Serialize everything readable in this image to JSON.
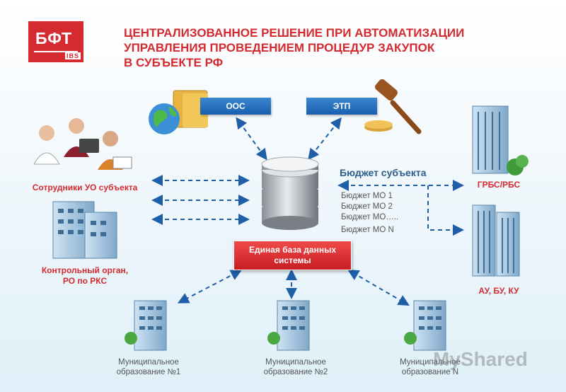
{
  "logo": {
    "text": "БФТ",
    "sub": "IBS"
  },
  "title_lines": [
    "ЦЕНТРАЛИЗОВАННОЕ РЕШЕНИЕ ПРИ АВТОМАТИЗАЦИИ",
    "УПРАВЛЕНИЯ ПРОВЕДЕНИЕМ ПРОЦЕДУР ЗАКУПОК",
    "В СУБЪЕКТЕ РФ"
  ],
  "nodes": {
    "oos": "ООС",
    "etp": "ЭТП",
    "staff": "Сотрудники УО субъекта",
    "control": [
      "Контрольный орган,",
      "РО по РКС"
    ],
    "grbs": "ГРБС/РБС",
    "au": "АУ, БУ, КУ",
    "db": [
      "Единая база данных",
      "системы"
    ],
    "mun1": [
      "Муниципальное",
      "образование №1"
    ],
    "mun2": [
      "Муниципальное",
      "образование №2"
    ],
    "munN": [
      "Муниципальное",
      "образование N"
    ]
  },
  "budget": {
    "title": "Бюджет субъекта",
    "items": [
      "Бюджет МО 1",
      "Бюджет МО 2",
      "Бюджет МО…..",
      "Бюджет МО  N"
    ]
  },
  "watermark": "MyShared",
  "colors": {
    "accent_red": "#d42a30",
    "arrow_blue": "#1f5fa8",
    "banner_blue": "#2a74c4"
  }
}
